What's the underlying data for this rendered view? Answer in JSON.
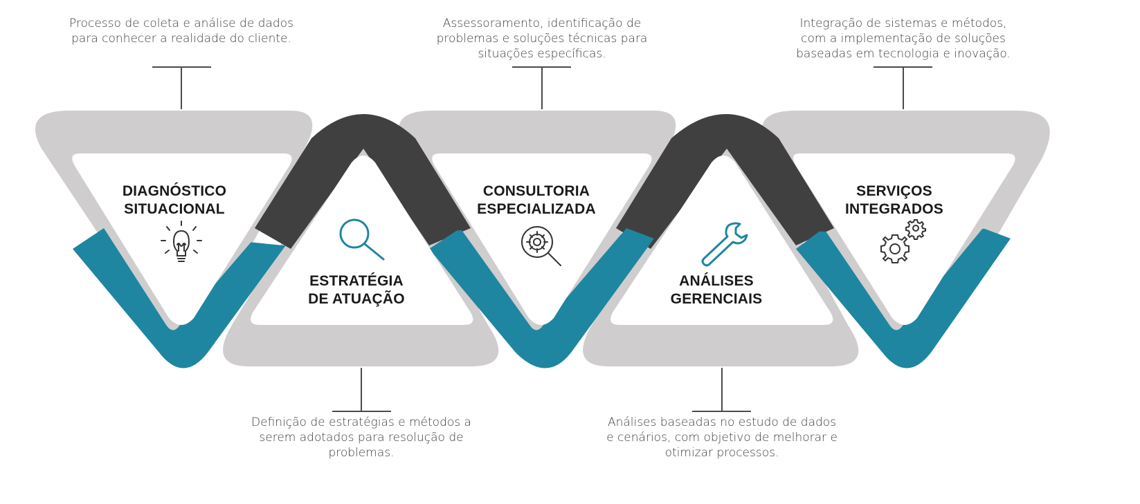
{
  "colors": {
    "gray": "#cfcdce",
    "dark": "#414041",
    "teal": "#1e86a0",
    "card": "#ffffff",
    "line": "#4a4a4a",
    "text": "#3d3d3d"
  },
  "steps": [
    {
      "title_lines": [
        "DIAGNÓSTICO",
        "SITUACIONAL"
      ],
      "description": "Processo de coleta e análise de dados para conhecer a realidade do cliente.",
      "icon": "lightbulb-icon"
    },
    {
      "title_lines": [
        "ESTRATÉGIA",
        "DE ATUAÇÃO"
      ],
      "description": "Definição de estratégias e métodos a serem adotados para resolução de problemas.",
      "icon": "magnifier-icon"
    },
    {
      "title_lines": [
        "CONSULTORIA",
        "ESPECIALIZADA"
      ],
      "description": "Assessoramento, identificação de problemas e soluções técnicas para situações específicas.",
      "icon": "gear-search-icon"
    },
    {
      "title_lines": [
        "ANÁLISES",
        "GERENCIAIS"
      ],
      "description": "Análises baseadas no estudo de dados e cenários, com objetivo de melhorar e otimizar processos.",
      "icon": "wrench-icon"
    },
    {
      "title_lines": [
        "SERVIÇOS",
        "INTEGRADOS"
      ],
      "description": "Integração de sistemas e métodos, com a implementação de soluções baseadas em tecnologia e inovação.",
      "icon": "gears-icon"
    }
  ]
}
